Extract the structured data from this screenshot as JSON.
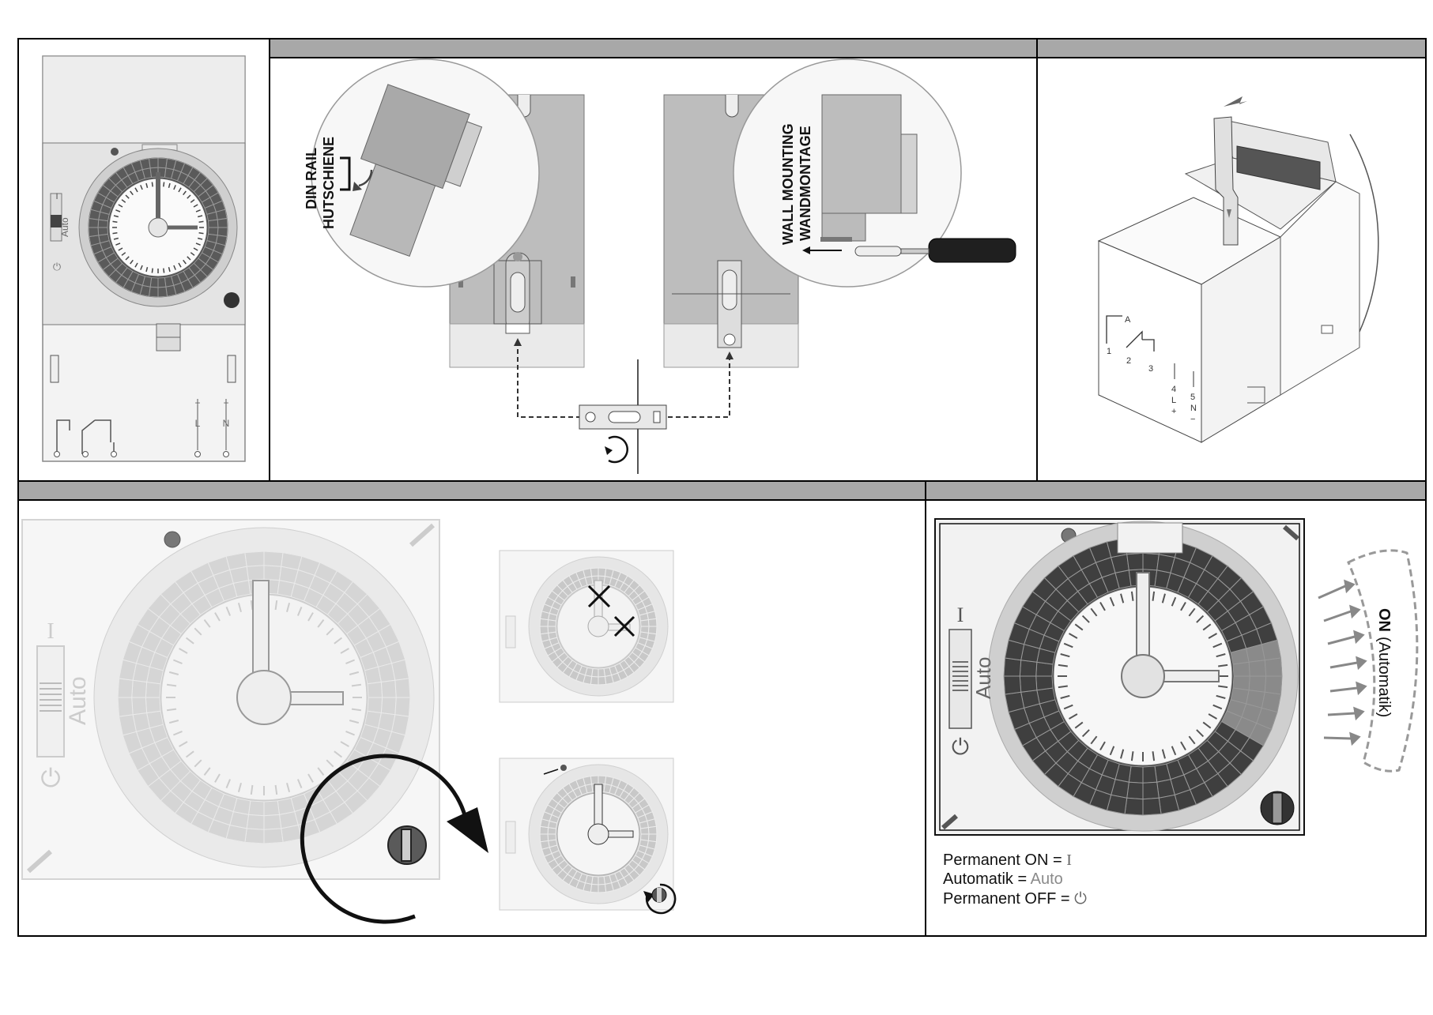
{
  "din_rail_label": {
    "line1": "DIN RAIL",
    "line2": "HUTSCHIENE"
  },
  "wall_mount_label": {
    "line1": "WALL MOUNTING",
    "line2": "WANDMONTAGE"
  },
  "switch_labels": {
    "on": "I",
    "auto": "Auto",
    "off": "⏻"
  },
  "terminal_labels": {
    "t1": "1",
    "t2": "2",
    "t3": "3",
    "l": "L",
    "n": "N",
    "plus": "+",
    "minus": "−",
    "c4": "4",
    "c5": "5",
    "a": "A"
  },
  "on_label": {
    "bold": "ON",
    "rest": "(Automatik)"
  },
  "legend": {
    "on_text": "Permanent ON = ",
    "on_symbol": "I",
    "auto_text": "Automatik = ",
    "auto_symbol": "Auto",
    "off_text": "Permanent OFF = ",
    "off_symbol": "⏻"
  }
}
